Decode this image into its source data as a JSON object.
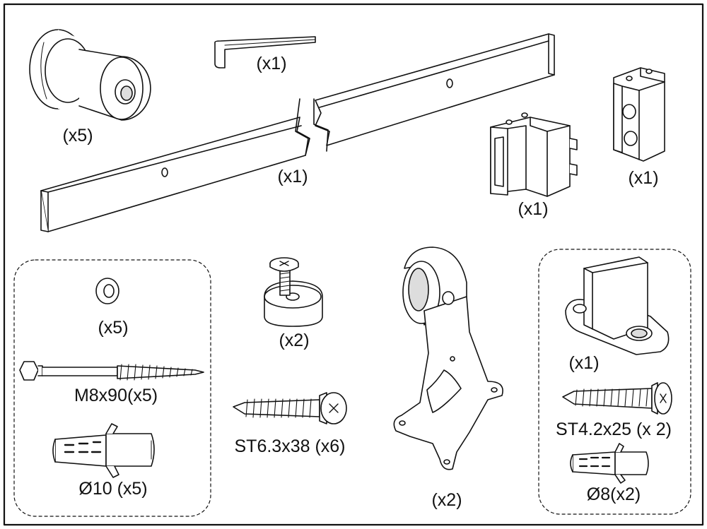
{
  "parts": {
    "end_cap": {
      "qty": "(x5)"
    },
    "hex_key": {
      "qty": "(x1)"
    },
    "rail": {
      "qty": "(x1)"
    },
    "stop_left": {
      "qty": "(x1)"
    },
    "stop_right": {
      "qty": "(x1)"
    },
    "screw_spacer": {
      "qty": "(x2)"
    },
    "hanger": {
      "qty": "(x2)"
    },
    "wall_bolts_kit": {
      "washer": {
        "qty": "(x5)"
      },
      "lag_bolt": {
        "label": "M8x90(x5)"
      },
      "anchor": {
        "label": "Ø10 (x5)"
      }
    },
    "screw_st63": {
      "label": "ST6.3x38 (x6)"
    },
    "floor_guide_kit": {
      "guide": {
        "qty": "(x1)"
      },
      "screw": {
        "label": "ST4.2x25 (x 2)"
      },
      "anchor": {
        "label": "Ø8(x2)"
      }
    }
  },
  "colors": {
    "stroke": "#111111",
    "fill": "#ffffff",
    "shade": "#d9d9d9",
    "dark": "#555555"
  }
}
